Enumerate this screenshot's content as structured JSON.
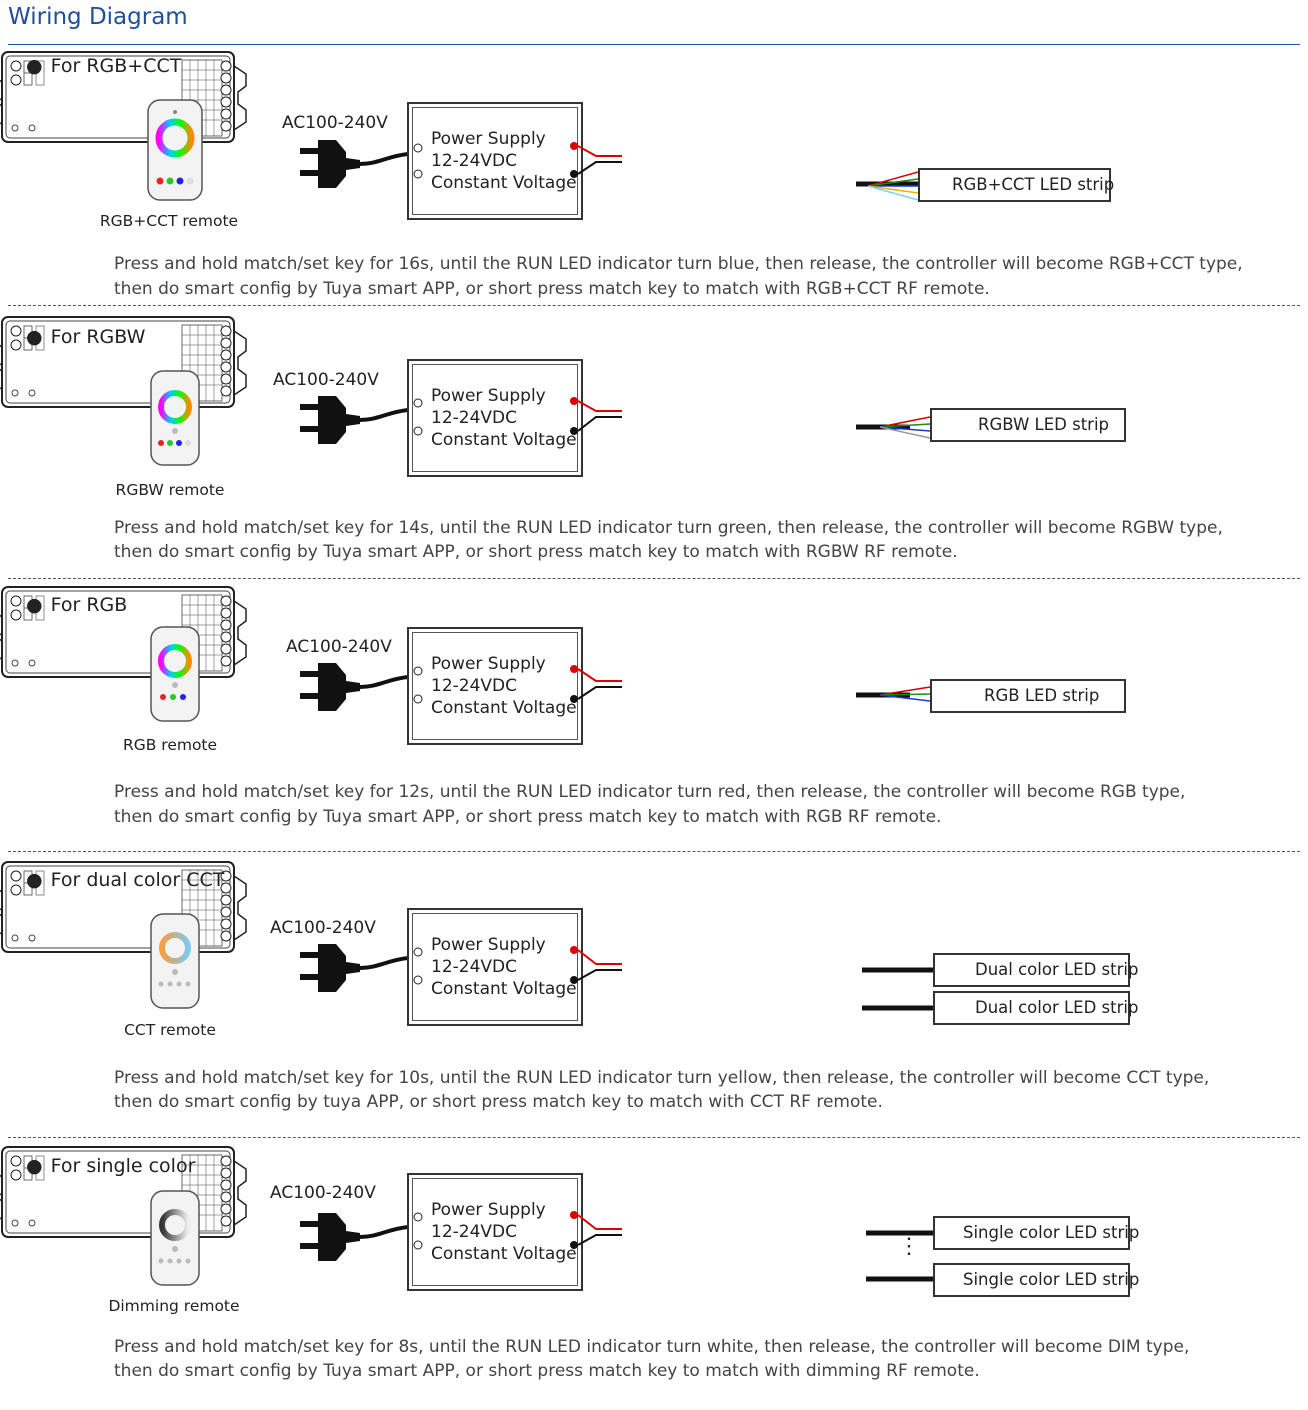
{
  "title": "Wiring Diagram",
  "common": {
    "ac_label": "AC100-240V",
    "psu_line1": "Power Supply",
    "psu_line2": "12-24VDC",
    "psu_line3": "Constant Voltage"
  },
  "sections": [
    {
      "heading": "For RGB+CCT",
      "remote_label": "RGB+CCT remote",
      "strip_label": "RGB+CCT LED strip",
      "desc_line1": "Press and hold match/set key for 16s, until the RUN LED indicator turn blue, then release, the controller will become RGB+CCT type,",
      "desc_line2": "then  do  smart  config by  Tuya  smart APP, or  short press match key to match  with RGB+CCT  RF  remote."
    },
    {
      "heading": "For RGBW",
      "remote_label": "RGBW remote",
      "strip_label": "RGBW LED strip",
      "desc_line1": "Press and hold match/set key for 14s, until the RUN LED indicator turn green, then release, the controller will become RGBW type,",
      "desc_line2": "then do  smart  config by  Tuya  smart APP,  or  short press match key to match  with RGBW  RF  remote."
    },
    {
      "heading": "For RGB",
      "remote_label": "RGB remote",
      "strip_label": "RGB LED strip",
      "desc_line1": "Press and hold match/set key for 12s, until the RUN LED indicator turn red, then release, the controller will become RGB type,",
      "desc_line2": "then do  smart  config by  Tuya  smart APP, or  short press match key to match  with RGB  RF  remote."
    },
    {
      "heading": "For dual color CCT",
      "remote_label": "CCT remote",
      "strip_label_a": "Dual color LED strip",
      "strip_label_b": "Dual color LED strip",
      "desc_line1": "Press and hold match/set key for 10s, until the RUN LED indicator turn yellow, then release, the controller will become CCT type,",
      "desc_line2": "then do  smart  config by  tuya  APP, or  short press match key to match  with CCT  RF  remote."
    },
    {
      "heading": "For single color",
      "remote_label": "Dimming remote",
      "strip_label_a": "Single color LED strip",
      "strip_label_b": "Single color LED strip",
      "desc_line1": "Press and hold match/set key for 8s, until the RUN LED indicator turn white, then release, the controller will become DIM type,",
      "desc_line2": "then do  smart  config by  Tuya  smart APP, or  short press match key to match with dimming  RF  remote."
    }
  ]
}
